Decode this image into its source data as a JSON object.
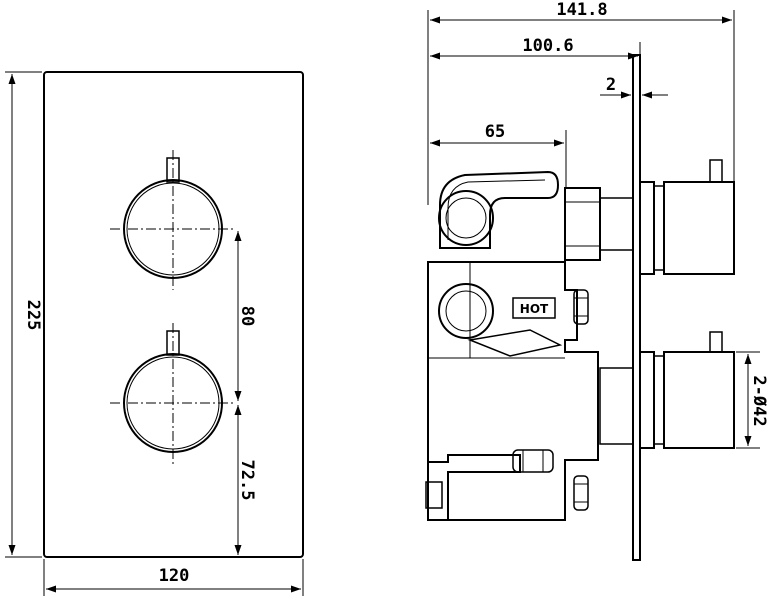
{
  "dimensions": {
    "overall_depth": "141.8",
    "body_depth": "100.6",
    "plate_thickness": "2",
    "valve_depth": "65",
    "plate_height": "225",
    "knob_spacing": "80",
    "knob_offset": "72.5",
    "plate_width": "120",
    "knob_diameter": "2-Ø42"
  },
  "labels": {
    "hot_marking": "HOT"
  }
}
